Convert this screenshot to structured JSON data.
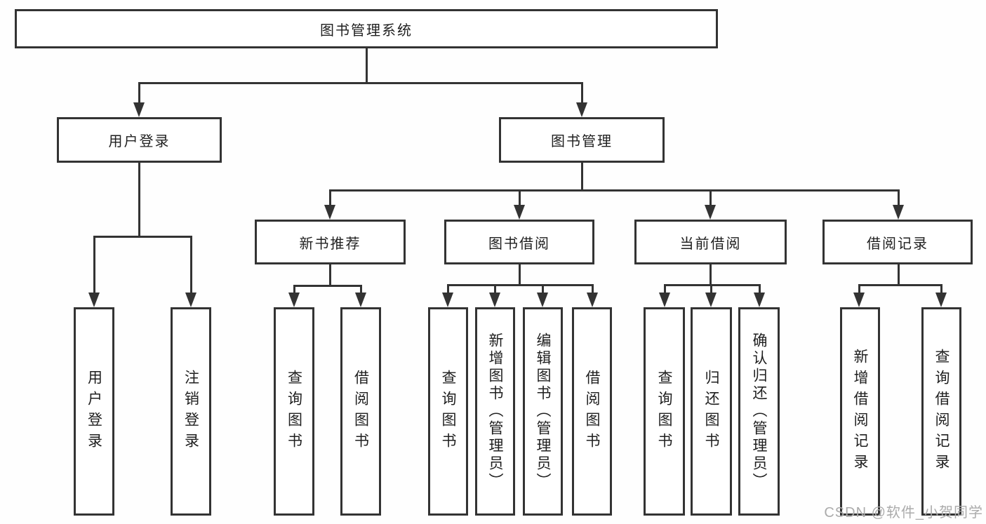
{
  "diagram": {
    "root": "图书管理系统",
    "branches": [
      {
        "label": "用户登录",
        "children": [
          "用户登录",
          "注销登录"
        ]
      },
      {
        "label": "图书管理",
        "children": [
          {
            "label": "新书推荐",
            "children": [
              "查询图书",
              "借阅图书"
            ]
          },
          {
            "label": "图书借阅",
            "children": [
              "查询图书",
              "新增图书（管理员）",
              "编辑图书（管理员）",
              "借阅图书"
            ]
          },
          {
            "label": "当前借阅",
            "children": [
              "查询图书",
              "归还图书",
              "确认归还（管理员）"
            ]
          },
          {
            "label": "借阅记录",
            "children": [
              "新增借阅记录",
              "查询借阅记录"
            ]
          }
        ]
      }
    ]
  },
  "watermark": "CSDN @软件_小贺同学",
  "colors": {
    "line": "#333333",
    "box_border": "#333333",
    "text": "#1f1f1f",
    "background": "#ffffff",
    "watermark": "#ababab"
  }
}
